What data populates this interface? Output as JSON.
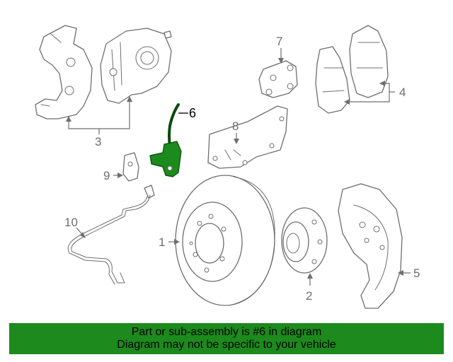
{
  "callouts": {
    "c1": "1",
    "c2": "2",
    "c3": "3",
    "c4": "4",
    "c5": "5",
    "c6": "6",
    "c7": "7",
    "c8": "8",
    "c9": "9",
    "c10": "10"
  },
  "highlighted_callout": "6",
  "colors": {
    "highlight": "#1c8a1c",
    "line_art": "#6e6e6e"
  },
  "banner": {
    "line1": "Part or sub-assembly is #6 in diagram",
    "line2": "Diagram may not be specific to your vehicle"
  }
}
